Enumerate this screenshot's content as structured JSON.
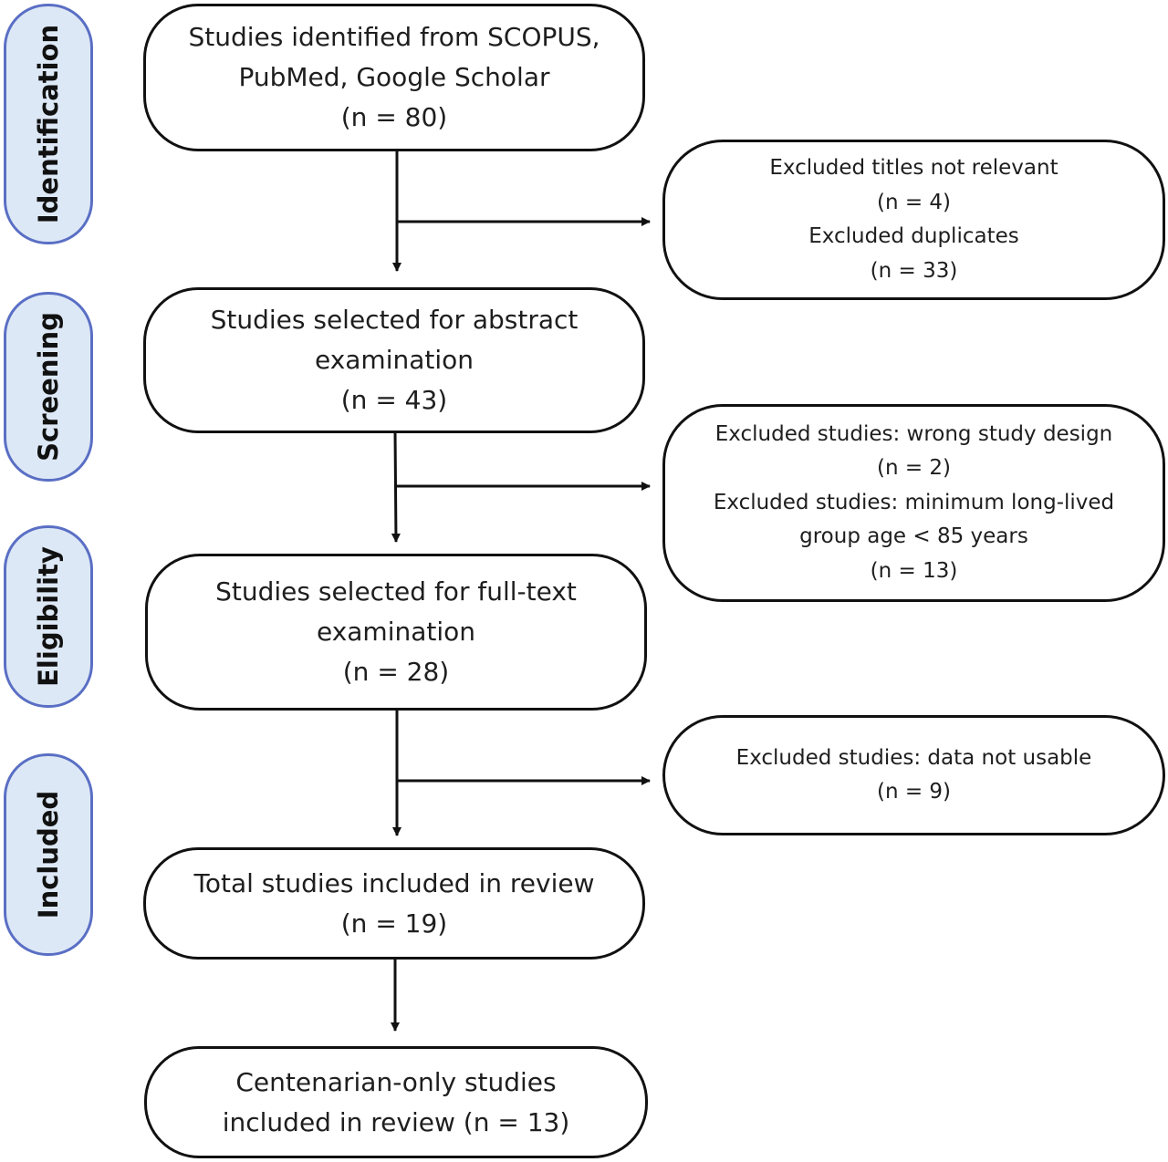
{
  "stages": {
    "identification": "Identification",
    "screening": "Screening",
    "eligibility": "Eligibility",
    "included": "Included"
  },
  "boxes": {
    "identified": {
      "line1": "Studies identified from SCOPUS,",
      "line2": "PubMed, Google Scholar",
      "line3": "(n = 80)"
    },
    "abstract": {
      "line1": "Studies selected for abstract",
      "line2": "examination",
      "line3": "(n = 43)"
    },
    "fulltext": {
      "line1": "Studies selected for full-text",
      "line2": "examination",
      "line3": "(n = 28)"
    },
    "total": {
      "line1": "Total studies included in review",
      "line2": "(n = 19)"
    },
    "centenarian": {
      "line1": "Centenarian-only studies",
      "line2": "included in review (n = 13)"
    }
  },
  "exclusions": {
    "titles": {
      "line1": "Excluded titles not relevant",
      "line2": "(n = 4)",
      "line3": "Excluded duplicates",
      "line4": "(n = 33)"
    },
    "design": {
      "line1": "Excluded studies: wrong study design",
      "line2": "(n = 2)",
      "line3": "Excluded studies: minimum long-lived",
      "line4": "group age < 85 years",
      "line5": "(n = 13)"
    },
    "data": {
      "line1": "Excluded studies: data not usable",
      "line2": "(n = 9)"
    }
  }
}
